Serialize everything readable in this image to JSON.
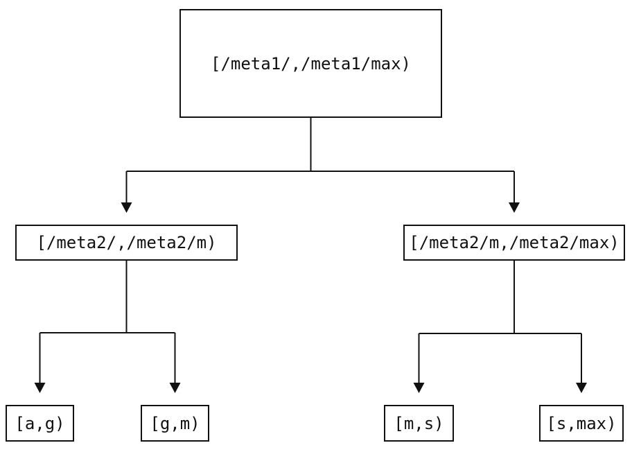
{
  "diagram": {
    "type": "tree",
    "background_color": "#ffffff",
    "line_color": "#111111",
    "text_color": "#111111",
    "nodes": {
      "root": {
        "label": "[/meta1/,/meta1/max)"
      },
      "left": {
        "label": "[/meta2/,/meta2/m)"
      },
      "right": {
        "label": "[/meta2/m,/meta2/max)"
      },
      "leaf_ag": {
        "label": "[a,g)"
      },
      "leaf_gm": {
        "label": "[g,m)"
      },
      "leaf_ms": {
        "label": "[m,s)"
      },
      "leaf_smax": {
        "label": "[s,max)"
      }
    },
    "edges": [
      {
        "from": "root",
        "to": "left"
      },
      {
        "from": "root",
        "to": "right"
      },
      {
        "from": "left",
        "to": "leaf_ag"
      },
      {
        "from": "left",
        "to": "leaf_gm"
      },
      {
        "from": "right",
        "to": "leaf_ms"
      },
      {
        "from": "right",
        "to": "leaf_smax"
      }
    ]
  }
}
